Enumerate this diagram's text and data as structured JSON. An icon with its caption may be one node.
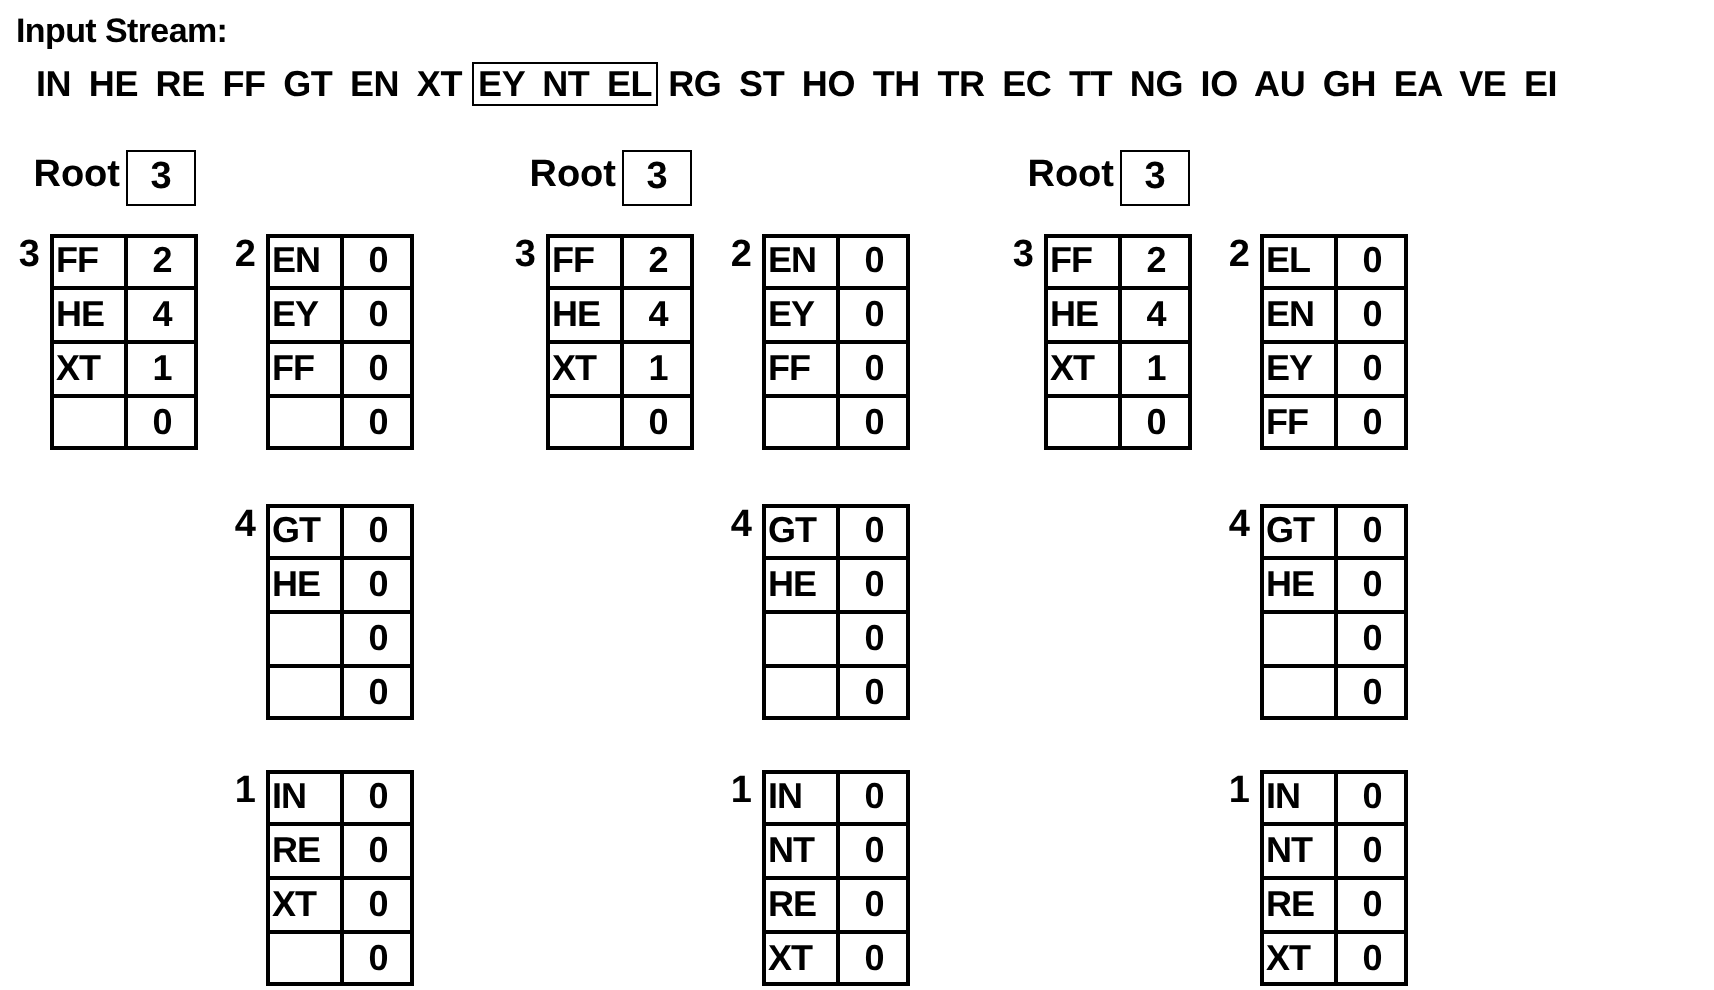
{
  "diagram": {
    "title": "Input Stream:",
    "nodes": [
      {
        "text": [
          "EY NT EL"
        ]
      },
      {
        "text": [
          "3"
        ],
        "beside": [
          "Root"
        ]
      },
      {
        "text": [
          "3"
        ],
        "beside": [
          "Root"
        ]
      },
      {
        "text": [
          "3"
        ],
        "beside": [
          "Root"
        ]
      },
      {
        "text": [],
        "shape": "box",
        "beside": [
          "3"
        ]
      },
      {
        "text": [
          "FF"
        ],
        "in": 4
      },
      {
        "text": [
          "2"
        ],
        "in": 4
      },
      {
        "text": [
          "HE"
        ],
        "in": 4
      },
      {
        "text": [
          "4"
        ],
        "in": 4
      },
      {
        "text": [
          "XT"
        ],
        "in": 4
      },
      {
        "text": [
          "1"
        ],
        "in": 4
      },
      {
        "text": [],
        "shape": "box",
        "in": 4
      },
      {
        "text": [
          "0"
        ],
        "in": 4
      },
      {
        "text": [],
        "shape": "box",
        "beside": [
          "2"
        ]
      },
      {
        "text": [
          "EN"
        ],
        "in": 13
      },
      {
        "text": [
          "0"
        ],
        "in": 13
      },
      {
        "text": [
          "EY"
        ],
        "in": 13
      },
      {
        "text": [
          "0"
        ],
        "in": 13
      },
      {
        "text": [
          "FF"
        ],
        "in": 13
      },
      {
        "text": [
          "0"
        ],
        "in": 13
      },
      {
        "text": [],
        "shape": "box",
        "in": 13
      },
      {
        "text": [
          "0"
        ],
        "in": 13
      },
      {
        "text": [],
        "shape": "box",
        "beside": [
          "3"
        ]
      },
      {
        "text": [
          "FF"
        ],
        "in": 22
      },
      {
        "text": [
          "2"
        ],
        "in": 22
      },
      {
        "text": [
          "HE"
        ],
        "in": 22
      },
      {
        "text": [
          "4"
        ],
        "in": 22
      },
      {
        "text": [
          "XT"
        ],
        "in": 22
      },
      {
        "text": [
          "1"
        ],
        "in": 22
      },
      {
        "text": [],
        "shape": "box",
        "in": 22
      },
      {
        "text": [
          "0"
        ],
        "in": 22
      },
      {
        "text": [],
        "shape": "box",
        "beside": [
          "2"
        ]
      },
      {
        "text": [
          "EN"
        ],
        "in": 31
      },
      {
        "text": [
          "0"
        ],
        "in": 31
      },
      {
        "text": [
          "EY"
        ],
        "in": 31
      },
      {
        "text": [
          "0"
        ],
        "in": 31
      },
      {
        "text": [
          "FF"
        ],
        "in": 31
      },
      {
        "text": [
          "0"
        ],
        "in": 31
      },
      {
        "text": [],
        "shape": "box",
        "in": 31
      },
      {
        "text": [
          "0"
        ],
        "in": 31
      },
      {
        "text": [],
        "shape": "box",
        "beside": [
          "3"
        ]
      },
      {
        "text": [
          "FF"
        ],
        "in": 40
      },
      {
        "text": [
          "2"
        ],
        "in": 40
      },
      {
        "text": [
          "HE"
        ],
        "in": 40
      },
      {
        "text": [
          "4"
        ],
        "in": 40
      },
      {
        "text": [
          "XT"
        ],
        "in": 40
      },
      {
        "text": [
          "1"
        ],
        "in": 40
      },
      {
        "text": [],
        "shape": "box",
        "in": 40
      },
      {
        "text": [
          "0"
        ],
        "in": 40
      },
      {
        "text": [],
        "shape": "box",
        "beside": [
          "2"
        ]
      },
      {
        "text": [
          "EL"
        ],
        "in": 49
      },
      {
        "text": [
          "0"
        ],
        "in": 49
      },
      {
        "text": [
          "EN"
        ],
        "in": 49
      },
      {
        "text": [
          "0"
        ],
        "in": 49
      },
      {
        "text": [
          "EY"
        ],
        "in": 49
      },
      {
        "text": [
          "0"
        ],
        "in": 49
      },
      {
        "text": [
          "FF"
        ],
        "in": 49
      },
      {
        "text": [
          "0"
        ],
        "in": 49
      },
      {
        "text": [],
        "shape": "box",
        "beside": [
          "4"
        ]
      },
      {
        "text": [
          "GT"
        ],
        "in": 58
      },
      {
        "text": [
          "0"
        ],
        "in": 58
      },
      {
        "text": [
          "HE"
        ],
        "in": 58
      },
      {
        "text": [
          "0"
        ],
        "in": 58
      },
      {
        "text": [],
        "shape": "box",
        "in": 58
      },
      {
        "text": [
          "0"
        ],
        "in": 58
      },
      {
        "text": [],
        "shape": "box",
        "in": 58
      },
      {
        "text": [
          "0"
        ],
        "in": 58
      },
      {
        "text": [],
        "shape": "box",
        "beside": [
          "4"
        ]
      },
      {
        "text": [
          "GT"
        ],
        "in": 67
      },
      {
        "text": [
          "0"
        ],
        "in": 67
      },
      {
        "text": [
          "HE"
        ],
        "in": 67
      },
      {
        "text": [
          "0"
        ],
        "in": 67
      },
      {
        "text": [],
        "shape": "box",
        "in": 67
      },
      {
        "text": [
          "0"
        ],
        "in": 67
      },
      {
        "text": [],
        "shape": "box",
        "in": 67
      },
      {
        "text": [
          "0"
        ],
        "in": 67
      },
      {
        "text": [],
        "shape": "box",
        "beside": [
          "4"
        ]
      },
      {
        "text": [
          "GT"
        ],
        "in": 76
      },
      {
        "text": [
          "0"
        ],
        "in": 76
      },
      {
        "text": [
          "HE"
        ],
        "in": 76
      },
      {
        "text": [
          "0"
        ],
        "in": 76
      },
      {
        "text": [],
        "shape": "box",
        "in": 76
      },
      {
        "text": [
          "0"
        ],
        "in": 76
      },
      {
        "text": [],
        "shape": "box",
        "in": 76
      },
      {
        "text": [
          "0"
        ],
        "in": 76
      },
      {
        "text": [],
        "shape": "box",
        "beside": [
          "1"
        ]
      },
      {
        "text": [
          "IN"
        ],
        "in": 85
      },
      {
        "text": [
          "0"
        ],
        "in": 85
      },
      {
        "text": [
          "RE"
        ],
        "in": 85
      },
      {
        "text": [
          "0"
        ],
        "in": 85
      },
      {
        "text": [
          "XT"
        ],
        "in": 85
      },
      {
        "text": [
          "0"
        ],
        "in": 85
      },
      {
        "text": [],
        "shape": "box",
        "in": 85
      },
      {
        "text": [
          "0"
        ],
        "in": 85
      },
      {
        "text": [],
        "shape": "box",
        "beside": [
          "1"
        ]
      },
      {
        "text": [
          "IN"
        ],
        "in": 94
      },
      {
        "text": [
          "0"
        ],
        "in": 94
      },
      {
        "text": [
          "NT"
        ],
        "in": 94
      },
      {
        "text": [
          "0"
        ],
        "in": 94
      },
      {
        "text": [
          "RE"
        ],
        "in": 94
      },
      {
        "text": [
          "0"
        ],
        "in": 94
      },
      {
        "text": [
          "XT"
        ],
        "in": 94
      },
      {
        "text": [
          "0"
        ],
        "in": 94
      },
      {
        "text": [],
        "shape": "box",
        "beside": [
          "1"
        ]
      },
      {
        "text": [
          "IN"
        ],
        "in": 103
      },
      {
        "text": [
          "0"
        ],
        "in": 103
      },
      {
        "text": [
          "NT"
        ],
        "in": 103
      },
      {
        "text": [
          "0"
        ],
        "in": 103
      },
      {
        "text": [
          "RE"
        ],
        "in": 103
      },
      {
        "text": [
          "0"
        ],
        "in": 103
      },
      {
        "text": [
          "XT"
        ],
        "in": 103
      },
      {
        "text": [
          "0"
        ],
        "in": 103
      }
    ],
    "labels": [
      "IN HE RE FF GT EN XT",
      "RG ST HO TH TR EC TT NG IO AU GH EA VE EI"
    ]
  }
}
